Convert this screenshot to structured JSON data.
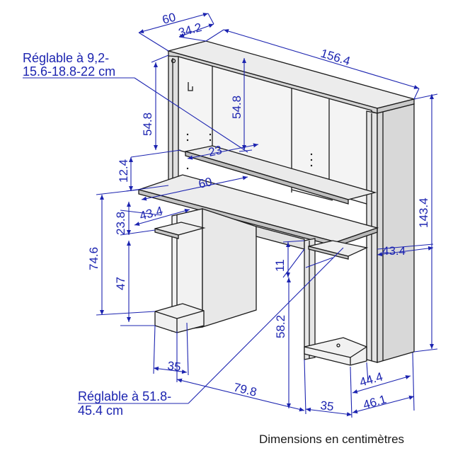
{
  "colors": {
    "dimension": "#1c24b0",
    "outline": "#1a1a1a",
    "surface": "#ececec",
    "surface_dark": "#c9c9c9",
    "background": "#ffffff"
  },
  "dimensions": {
    "top_depth": "60",
    "top_shelf_depth": "34.2",
    "overall_width": "156.4",
    "hutch_height_left": "54.8",
    "hutch_height_inner": "54.8",
    "shelf_offset": "12.4",
    "shelf_depth": "23",
    "desk_depth": "60",
    "keyboard_depth": "43.4",
    "keyboard_gap": "23.8",
    "desk_height": "74.6",
    "lower_height": "47",
    "overall_height": "143.4",
    "right_shelf_depth": "43.4",
    "right_gap": "11",
    "leg_height": "58.2",
    "left_base_width": "35",
    "span_width": "79.8",
    "right_base_width": "35",
    "right_inner_width": "44.4",
    "right_outer_width": "46.1"
  },
  "annotations": {
    "adjustable_top_line1": "Réglable à 9,2-",
    "adjustable_top_line2": "15.6-18.8-22 cm",
    "adjustable_bottom_line1": "Réglable à 51.8-",
    "adjustable_bottom_line2": "45.4 cm"
  },
  "caption": "Dimensions en centimètres"
}
